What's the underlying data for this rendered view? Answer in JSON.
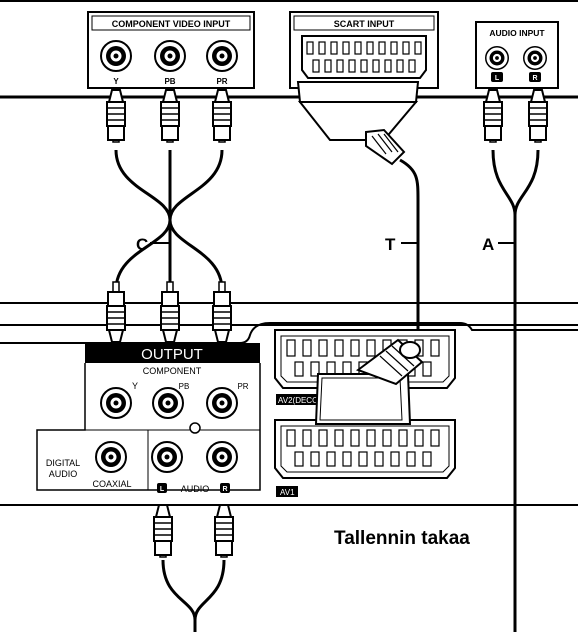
{
  "tv": {
    "component_video_input": "COMPONENT VIDEO INPUT",
    "jack_y": "Y",
    "jack_pb": "PB",
    "jack_pr": "PR",
    "scart_input": "SCART INPUT",
    "audio_input": "AUDIO INPUT",
    "audio_l": "L",
    "audio_r": "R"
  },
  "cables": {
    "c": "C",
    "t": "T",
    "a": "A"
  },
  "recorder": {
    "output": "OUTPUT",
    "component": "COMPONENT",
    "jack_y": "Y",
    "jack_pb": "PB",
    "jack_pr": "PR",
    "digital_audio_line1": "DIGITAL",
    "digital_audio_line2": "AUDIO",
    "coaxial": "COAXIAL",
    "audio": "AUDIO",
    "audio_l": "L",
    "audio_r": "R",
    "av2": "AV2(DECO",
    "av1": "AV1",
    "caption": "Tallennin takaa"
  }
}
